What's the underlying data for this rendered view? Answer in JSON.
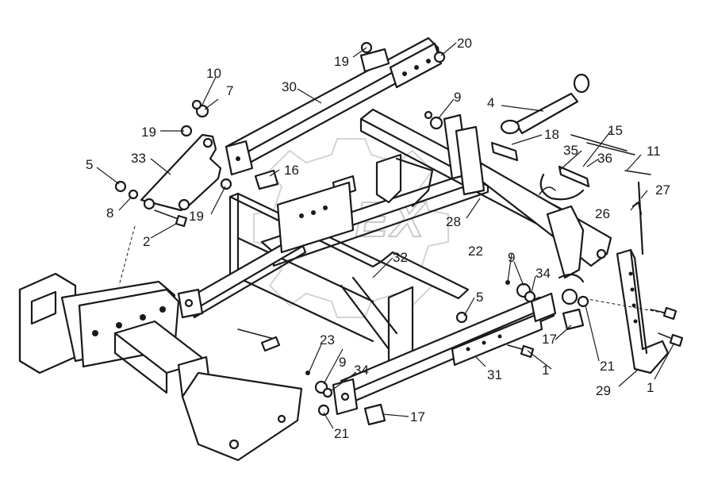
{
  "watermark": {
    "text": "OPEX"
  },
  "callouts": [
    {
      "id": "c1a",
      "label": "1"
    },
    {
      "id": "c1b",
      "label": "1"
    },
    {
      "id": "c2",
      "label": "2"
    },
    {
      "id": "c4",
      "label": "4"
    },
    {
      "id": "c5a",
      "label": "5"
    },
    {
      "id": "c5b",
      "label": "5"
    },
    {
      "id": "c7",
      "label": "7"
    },
    {
      "id": "c8",
      "label": "8"
    },
    {
      "id": "c9a",
      "label": "9"
    },
    {
      "id": "c9b",
      "label": "9"
    },
    {
      "id": "c9c",
      "label": "9"
    },
    {
      "id": "c10",
      "label": "10"
    },
    {
      "id": "c11",
      "label": "11"
    },
    {
      "id": "c15",
      "label": "15"
    },
    {
      "id": "c16",
      "label": "16"
    },
    {
      "id": "c17a",
      "label": "17"
    },
    {
      "id": "c17b",
      "label": "17"
    },
    {
      "id": "c18",
      "label": "18"
    },
    {
      "id": "c19a",
      "label": "19"
    },
    {
      "id": "c19b",
      "label": "19"
    },
    {
      "id": "c19c",
      "label": "19"
    },
    {
      "id": "c20",
      "label": "20"
    },
    {
      "id": "c21a",
      "label": "21"
    },
    {
      "id": "c21b",
      "label": "21"
    },
    {
      "id": "c22",
      "label": "22"
    },
    {
      "id": "c23",
      "label": "23"
    },
    {
      "id": "c26",
      "label": "26"
    },
    {
      "id": "c27",
      "label": "27"
    },
    {
      "id": "c28",
      "label": "28"
    },
    {
      "id": "c29",
      "label": "29"
    },
    {
      "id": "c30",
      "label": "30"
    },
    {
      "id": "c31",
      "label": "31"
    },
    {
      "id": "c32",
      "label": "32"
    },
    {
      "id": "c33",
      "label": "33"
    },
    {
      "id": "c34a",
      "label": "34"
    },
    {
      "id": "c34b",
      "label": "34"
    },
    {
      "id": "c35",
      "label": "35"
    },
    {
      "id": "c36",
      "label": "36"
    }
  ]
}
